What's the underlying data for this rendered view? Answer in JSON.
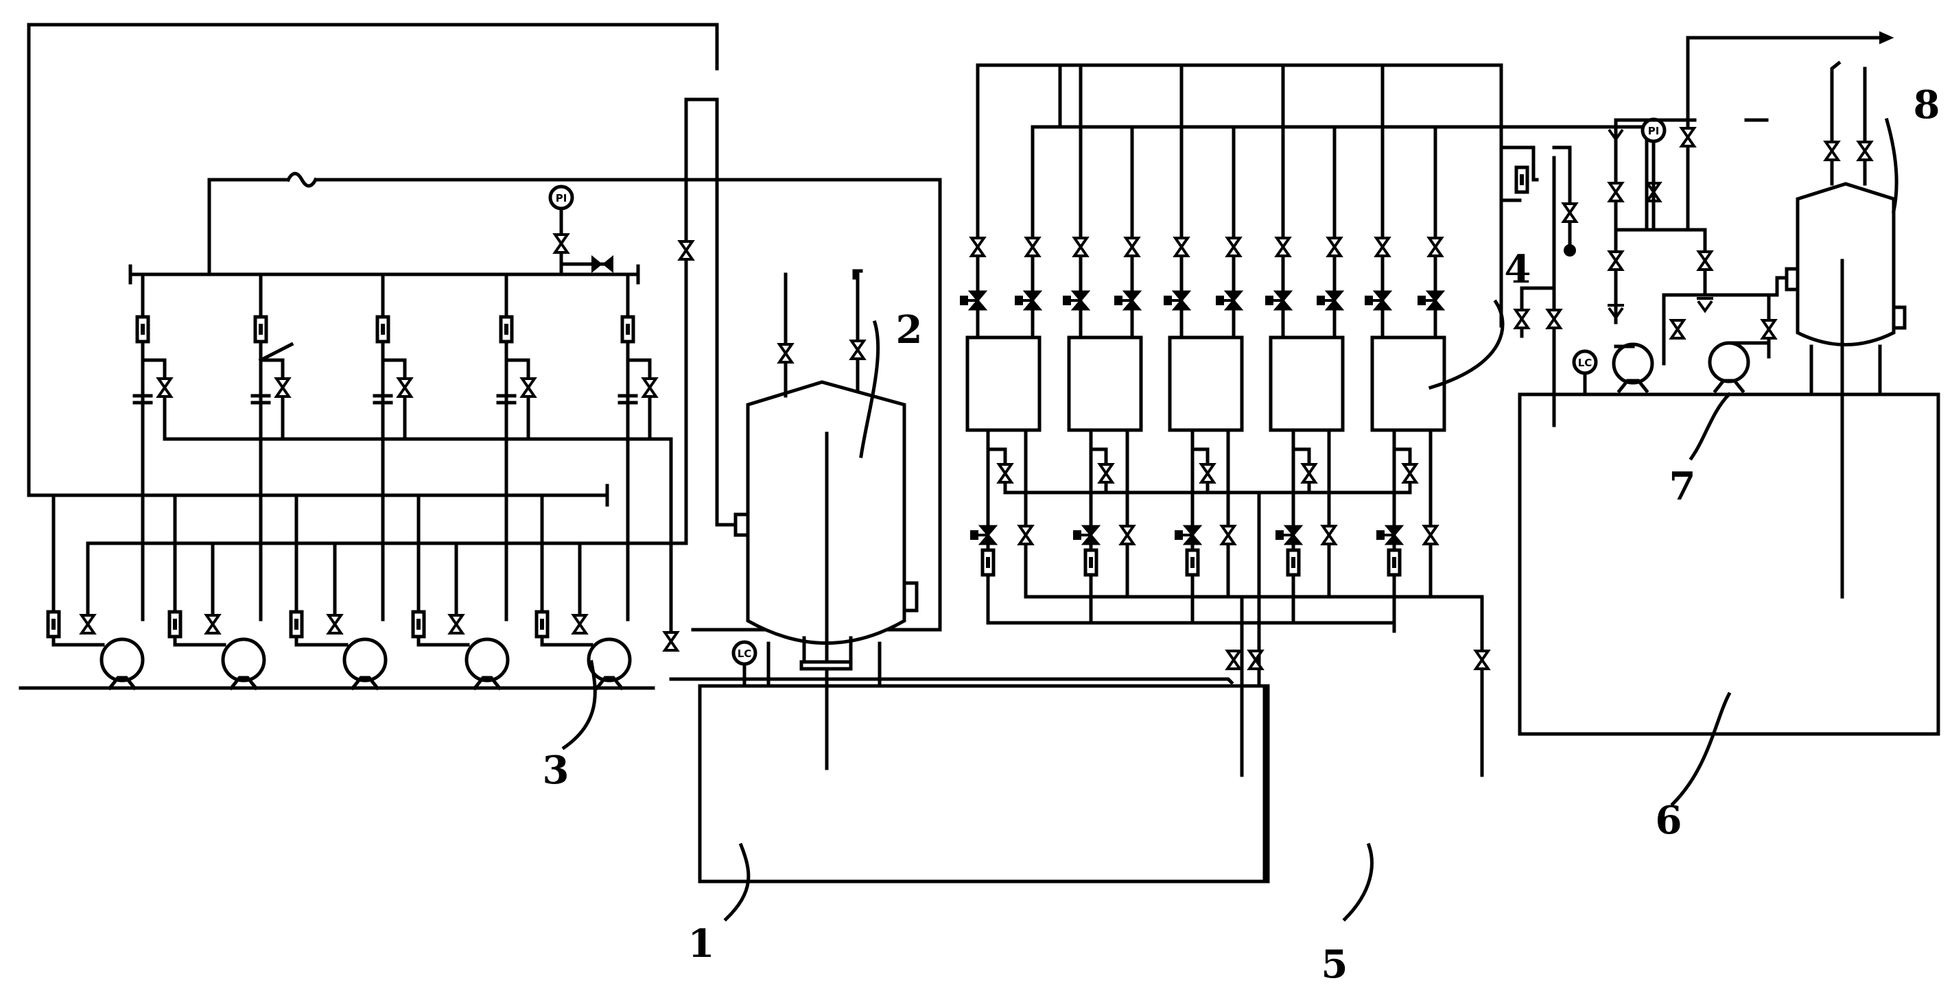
{
  "diagram": {
    "callouts": [
      "1",
      "2",
      "3",
      "4",
      "5",
      "6",
      "7",
      "8"
    ],
    "instruments": {
      "pressure": "PI",
      "level": "LC"
    }
  }
}
